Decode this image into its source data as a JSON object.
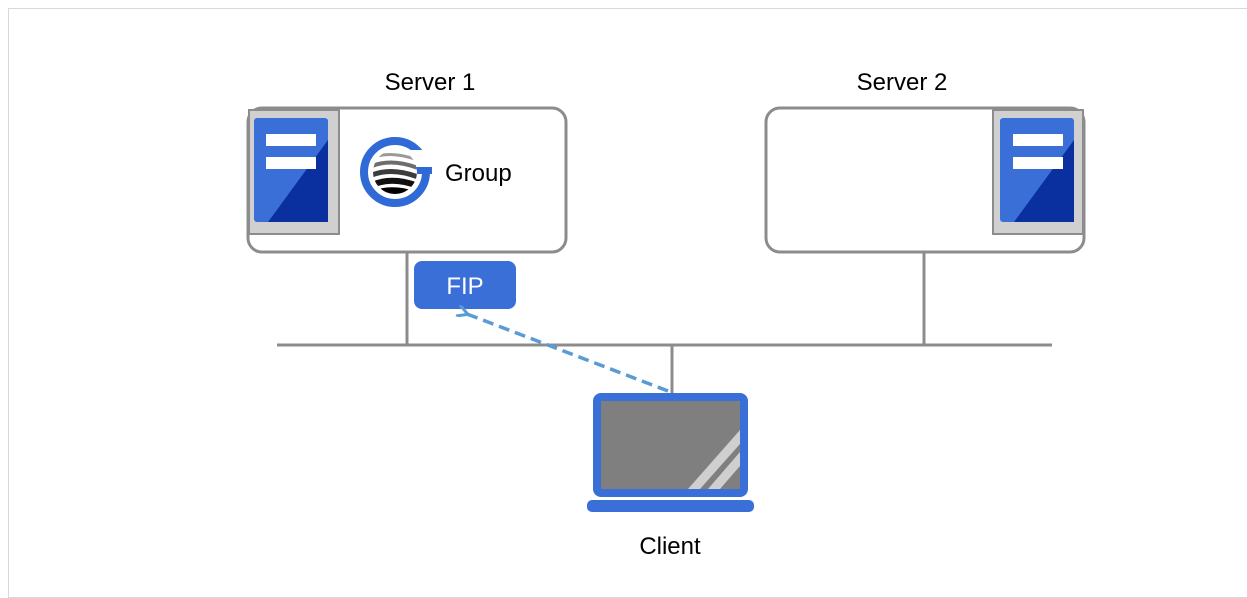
{
  "server1": {
    "label": "Server 1"
  },
  "server2": {
    "label": "Server 2"
  },
  "group": {
    "label": "Group",
    "icon": "clusterpro-group-icon"
  },
  "fip": {
    "label": "FIP"
  },
  "client": {
    "label": "Client",
    "icon": "laptop-icon"
  },
  "colors": {
    "accent_blue": "#3a6fd8",
    "server_dark_blue": "#0a2f9e",
    "line_gray": "#8c8c8c",
    "arrow_blue": "#5b9bd5",
    "screen_gray": "#7f7f7f"
  }
}
